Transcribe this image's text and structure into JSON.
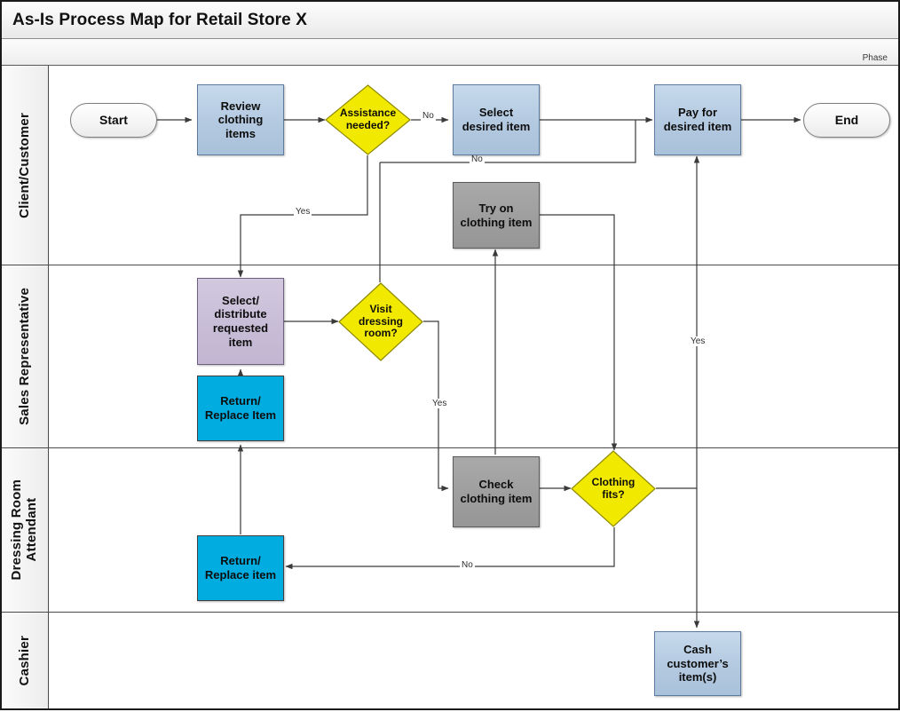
{
  "title": "As-Is Process Map for Retail Store X",
  "phase_label": "Phase",
  "colors": {
    "process_blue": "#b3c9e0",
    "process_grey": "#9e9e9e",
    "process_purple": "#c8bdd7",
    "process_cyan": "#00ace0",
    "decision_yellow": "#f2e900",
    "terminator_white": "#f6f6f6",
    "border_dark": "#1a1a1a",
    "connector": "#3a3a3a"
  },
  "lanes": [
    {
      "id": "client-customer",
      "label": "Client/Customer"
    },
    {
      "id": "sales-representative",
      "label": "Sales Representative"
    },
    {
      "id": "dressing-room-attendant",
      "label": "Dressing Room\nAttendant"
    },
    {
      "id": "cashier",
      "label": "Cashier"
    }
  ],
  "nodes": {
    "start": {
      "label": "Start",
      "shape": "terminator",
      "lane": "client-customer"
    },
    "review_clothing": {
      "label": "Review\nclothing\nitems",
      "shape": "process",
      "fill": "blue",
      "lane": "client-customer"
    },
    "assistance_needed": {
      "label": "Assistance\nneeded?",
      "shape": "decision",
      "fill": "yellow",
      "lane": "client-customer"
    },
    "select_desired": {
      "label": "Select\ndesired item",
      "shape": "process",
      "fill": "blue",
      "lane": "client-customer"
    },
    "pay_for_item": {
      "label": "Pay for\ndesired item",
      "shape": "process",
      "fill": "blue",
      "lane": "client-customer"
    },
    "end": {
      "label": "End",
      "shape": "terminator",
      "lane": "client-customer"
    },
    "try_on": {
      "label": "Try on\nclothing item",
      "shape": "process",
      "fill": "grey",
      "lane": "client-customer"
    },
    "select_distribute": {
      "label": "Select/\ndistribute\nrequested\nitem",
      "shape": "process",
      "fill": "purple",
      "lane": "sales-representative"
    },
    "return_replace_sales": {
      "label": "Return/\nReplace Item",
      "shape": "process",
      "fill": "cyan",
      "lane": "sales-representative"
    },
    "visit_dressing_room": {
      "label": "Visit\ndressing\nroom?",
      "shape": "decision",
      "fill": "yellow",
      "lane": "sales-representative"
    },
    "return_replace_attendant": {
      "label": "Return/\nReplace item",
      "shape": "process",
      "fill": "cyan",
      "lane": "dressing-room-attendant"
    },
    "check_clothing": {
      "label": "Check\nclothing item",
      "shape": "process",
      "fill": "grey",
      "lane": "dressing-room-attendant"
    },
    "clothing_fits": {
      "label": "Clothing\nfits?",
      "shape": "decision",
      "fill": "yellow",
      "lane": "dressing-room-attendant"
    },
    "cash_items": {
      "label": "Cash\ncustomer’s\nitem(s)",
      "shape": "process",
      "fill": "blue",
      "lane": "cashier"
    }
  },
  "edge_labels": {
    "assistance_no": "No",
    "assistance_yes": "Yes",
    "select_desired_no": "No",
    "visit_yes": "Yes",
    "fits_yes": "Yes",
    "fits_no": "No"
  }
}
